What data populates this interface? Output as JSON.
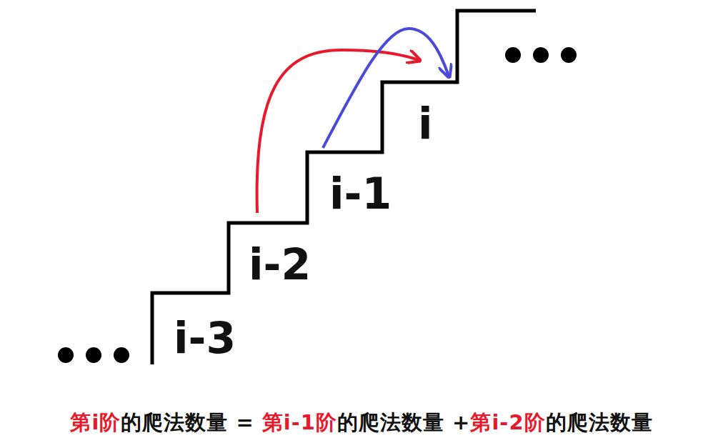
{
  "diagram": {
    "caption": "第i阶的爬法数量 = 第i-1阶的爬法数量 +第i-2阶的爬法数量",
    "labels": [
      "i-3",
      "i-2",
      "i-1",
      "i"
    ]
  }
}
